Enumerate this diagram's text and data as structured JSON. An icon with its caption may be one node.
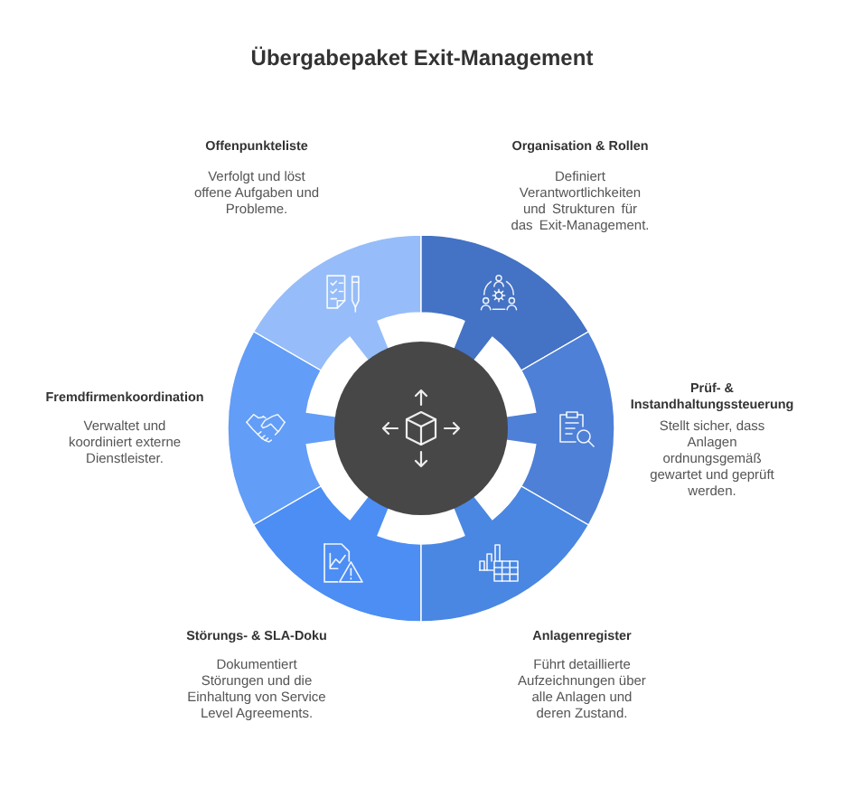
{
  "diagram": {
    "title": "Übergabepaket Exit-Management",
    "nodes": [
      {
        "text": [
          "Offenpunkteliste",
          "Verfolgt und löst offene Aufgaben und Probleme."
        ]
      },
      {
        "text": [
          "Organisation & Rollen",
          "Definiert Verantwortlichkeiten und Strukturen für das Exit-Management."
        ]
      },
      {
        "text": [
          "Fremdfirmenkoordination",
          "Verwaltet und koordiniert externe Dienstleister."
        ]
      },
      {
        "text": [
          "Prüf- & Instandhaltungssteuerung",
          "Stellt sicher, dass Anlagen ordnungsgemäß gewartet und geprüft werden."
        ]
      },
      {
        "text": [
          "Störungs- & SLA-Doku",
          "Dokumentiert Störungen und die Einhaltung von Service Level Agreements."
        ]
      },
      {
        "text": [
          "Anlagenregister",
          "Führt detaillierte Aufzeichnungen über alle Anlagen und deren Zustand."
        ]
      }
    ]
  }
}
